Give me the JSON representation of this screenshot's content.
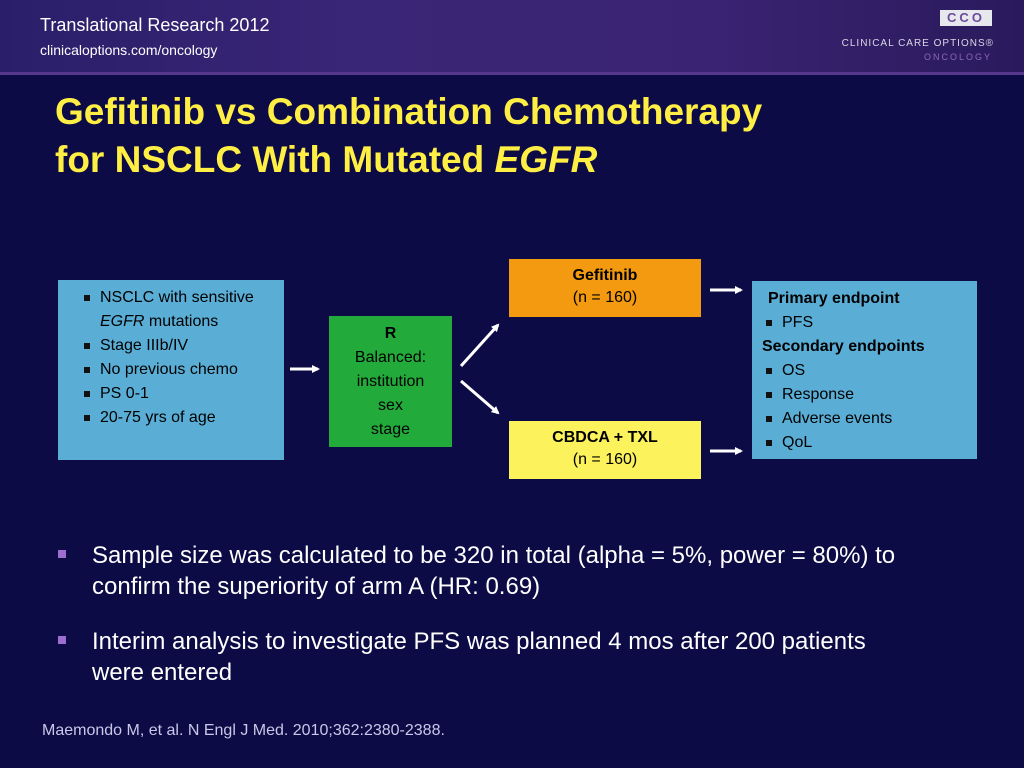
{
  "header": {
    "title": "Translational Research 2012",
    "url": "clinicaloptions.com/oncology",
    "logo_mark": "CCO",
    "logo_line1": "CLINICAL CARE OPTIONS®",
    "logo_line2": "ONCOLOGY"
  },
  "slide": {
    "title_line1": "Gefitinib vs Combination Chemotherapy",
    "title_line2_prefix": "for NSCLC With Mutated ",
    "title_line2_emph": "EGFR"
  },
  "diagram": {
    "eligibility": {
      "items": [
        {
          "text": "NSCLC with sensitive ",
          "emph": "EGFR",
          "suffix": " mutations"
        },
        {
          "text": "Stage IIIb/IV"
        },
        {
          "text": "No previous chemo"
        },
        {
          "text": "PS 0-1"
        },
        {
          "text": "20-75 yrs of age"
        }
      ]
    },
    "randomization": {
      "label": "R",
      "line1": "Balanced:",
      "line2": "institution",
      "line3": "sex",
      "line4": "stage"
    },
    "arm_a": {
      "name": "Gefitinib",
      "n": "(n = 160)"
    },
    "arm_b": {
      "name": "CBDCA + TXL",
      "n": "(n = 160)"
    },
    "endpoints": {
      "primary_heading": "Primary endpoint",
      "primary_items": [
        "PFS"
      ],
      "secondary_heading": "Secondary endpoints",
      "secondary_items": [
        "OS",
        "Response",
        "Adverse events",
        "QoL"
      ]
    },
    "colors": {
      "blue_box": "#5aaed6",
      "green_box": "#22aa3a",
      "orange_box": "#f39a10",
      "yellow_box": "#fbf25c",
      "arrow": "#ffffff"
    }
  },
  "bullets": [
    "Sample size was calculated to be 320 in total (alpha = 5%, power = 80%) to confirm the superiority of arm A (HR: 0.69)",
    "Interim analysis to investigate PFS was planned 4 mos after 200 patients were entered"
  ],
  "footer": {
    "citation": "Maemondo M, et al. N Engl J Med. 2010;362:2380-2388."
  }
}
